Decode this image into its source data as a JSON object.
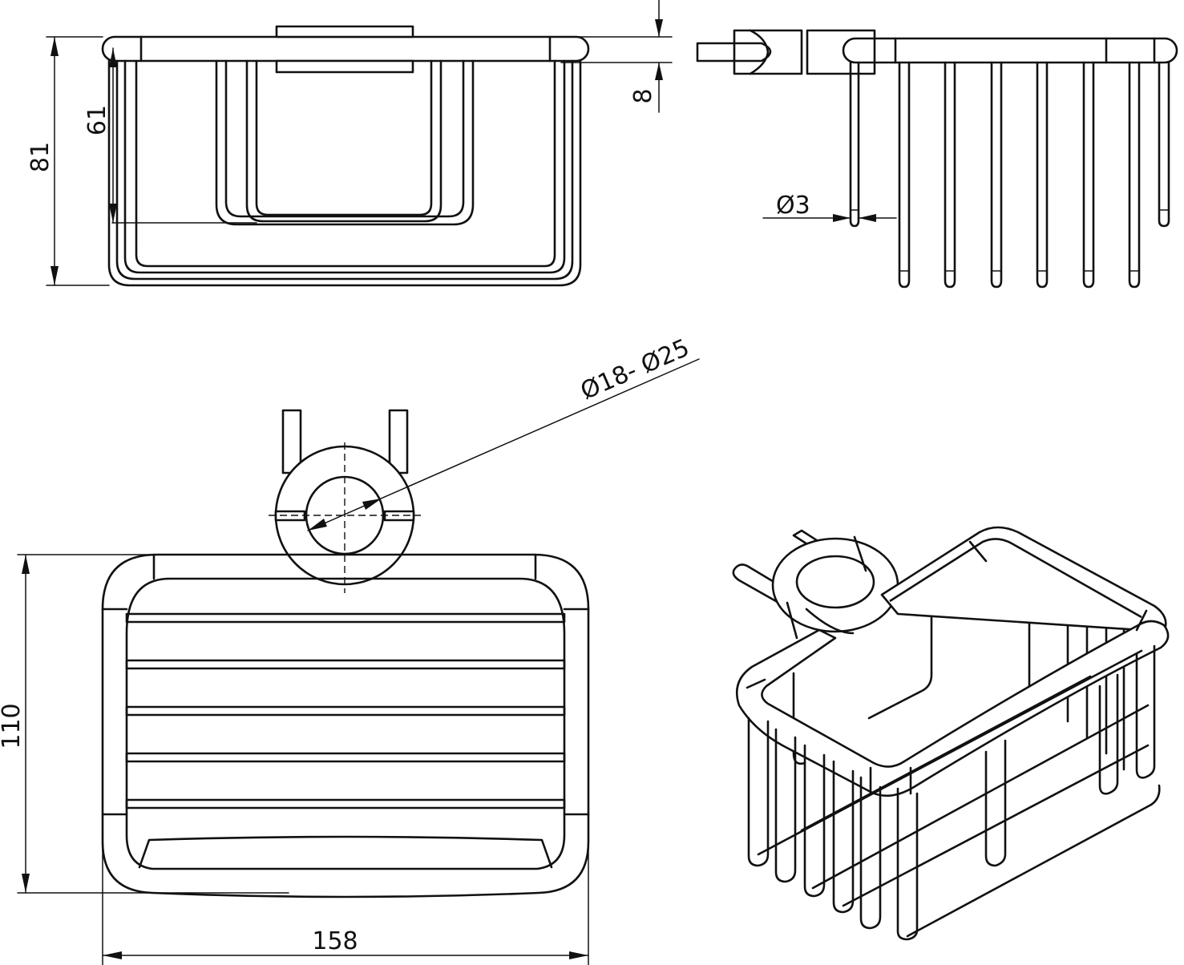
{
  "drawing": {
    "views": [
      "front-view",
      "side-view",
      "top-view",
      "isometric-view"
    ]
  },
  "dimensions": {
    "overall_height": "81",
    "inner_height": "61",
    "rim_height": "8",
    "wire_diameter": "Ø3",
    "clamp_range": "Ø18- Ø25",
    "depth": "110",
    "width": "158"
  },
  "colors": {
    "line": "#111111",
    "background": "#ffffff"
  }
}
